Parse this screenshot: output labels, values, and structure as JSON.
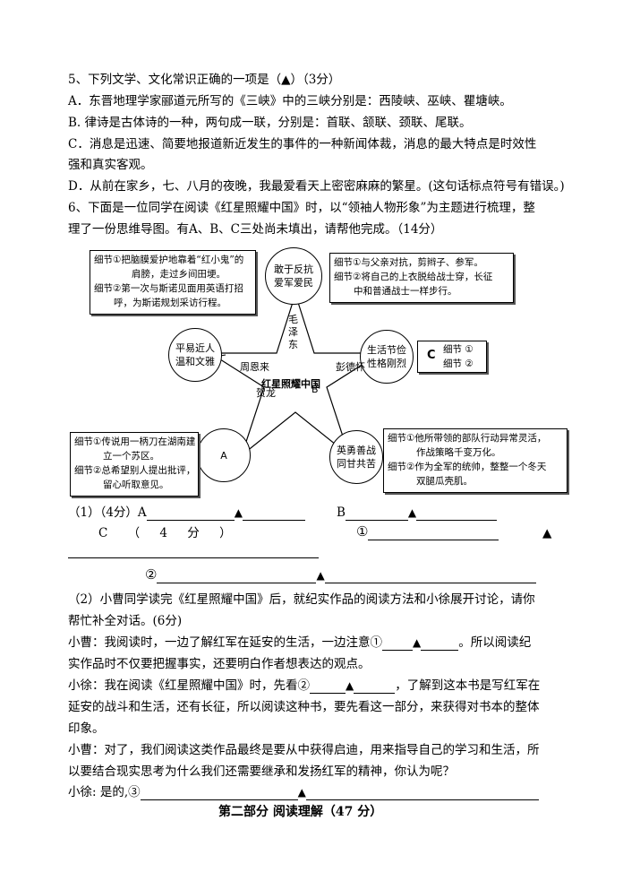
{
  "q5": {
    "stem": "5、下列文学、文化常识正确的一项是（▲）（3分）",
    "a": "A．东晋地理学家郦道元所写的《三峡》中的三峡分别是：西陵峡、巫峡、瞿塘峡。",
    "b": "B. 律诗是古体诗的一种，两句成一联，分别是：首联、颔联、颈联、尾联。",
    "c1": "C．消息是迅速、简要地报道新近发生的事件的一种新闻体裁，消息的最大特点是时效性",
    "c2": "强和真实客观。",
    "d": "D．从前在家乡，七、八月的夜晚，我最爱看天上密密麻麻的繁星。(这句话标点符号有错误。)"
  },
  "q6": {
    "stem1": "6、下面是一位同学在阅读《红星照耀中国》时，以“领袖人物形象”为主题进行梳理，整",
    "stem2": "理了一份思维导图。有A、B、C三处尚未填出，请帮他完成。（14分）"
  },
  "mindmap": {
    "center": "红星照耀中国",
    "star_mao": "毛泽东",
    "star_zhou": "周恩来",
    "star_peng": "彭德怀",
    "star_he": "贺龙",
    "star_b": "B",
    "circle_top1": "敢于反抗",
    "circle_top2": "爱军爱民",
    "circle_left1": "平易近人",
    "circle_left2": "温和文雅",
    "circle_right1": "生活节俭",
    "circle_right2": "性格刚烈",
    "circle_a": "A",
    "circle_br1": "英勇善战",
    "circle_br2": "同甘共苦",
    "box_tl": [
      "细节①把脑膜爱护地靠着“红小鬼”的",
      "肩膀，走过乡间田埂。",
      "细节②第一次与斯诺见面用英语打招",
      "呼，为斯诺规划采访行程。"
    ],
    "box_tr": [
      "细节①与父亲对抗，剪辫子、参军。",
      "细节②将自己的上衣脱给战士穿，长征",
      "中和普通战士一样步行。"
    ],
    "box_c_label": "C",
    "box_c": [
      "细节 ①",
      "细节 ②"
    ],
    "box_bl": [
      "细节①传说用一柄刀在湖南建",
      "立一个苏区。",
      "细节②总希望别人提出批评，",
      "留心听取意见。"
    ],
    "box_br": [
      "细节①他所带领的部队行动异常灵活，",
      "作战策略千变万化。",
      "细节②作为全军的统帅，整整一个冬天",
      "双腿瓜壳肌。"
    ]
  },
  "q6_1": {
    "label_a": "（1）（4分）A",
    "label_b": "B",
    "label_c": "C  （  4  分  ）",
    "num1": "①",
    "num2": "②",
    "tri": "▲"
  },
  "q6_2": {
    "stem1": "（2）小曹同学读完《红星照耀中国》后，就纪实作品的阅读方法和小徐展开讨论，请你",
    "stem2": "帮忙补全对话。(6分)",
    "cao1_a": "小曹：我阅读时，一边了解红军在延安的生活，一边注意①",
    "cao1_b": "。所以阅读纪",
    "cao1_c": "实作品时不仅要把握事实，还要明白作者想表达的观点。",
    "xu1_a": "小徐：我在阅读《红星照耀中国》时，先看②",
    "xu1_b": "，了解到这本书是写红军在",
    "xu1_c": "延安的战斗和生活，还有长征，所以阅读这种书，要先看这一部分，来获得对书本的整体",
    "xu1_d": "印象。",
    "cao2_a": "小曹：对了，我们阅读这类作品最终是要从中获得启迪，用来指导自己的学习和生活，所",
    "cao2_b": "以要结合现实思考为什么我们还需要继承和发扬红军的精神，你认为呢？",
    "xu2_a": "小徐: 是的,③",
    "tri": "▲"
  },
  "section2": "第二部分  阅读理解（47 分）"
}
